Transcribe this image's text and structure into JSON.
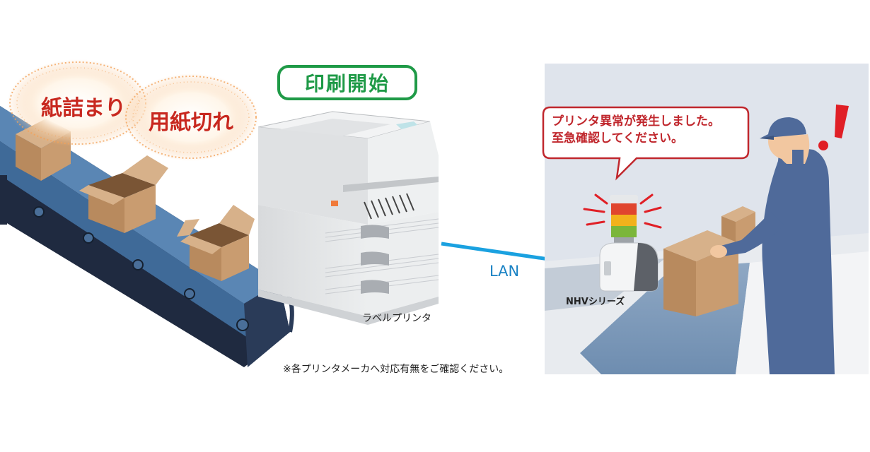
{
  "errors": [
    "紙詰まり",
    "用紙切れ"
  ],
  "start_label": "印刷開始",
  "printer_label": "ラベルプリンタ",
  "link_label": "LAN",
  "device_label": "NHVシリーズ",
  "alert_lines": [
    "プリンタ異常が発生しました。",
    "至急確認してください。"
  ],
  "footnote": "※各プリンタメーカへ対応有無をご確認ください。",
  "colors": {
    "error_red": "#c8281f",
    "start_green": "#1f9a47",
    "link_blue": "#1aa1e0",
    "burst_orange": "#f2a35a"
  }
}
